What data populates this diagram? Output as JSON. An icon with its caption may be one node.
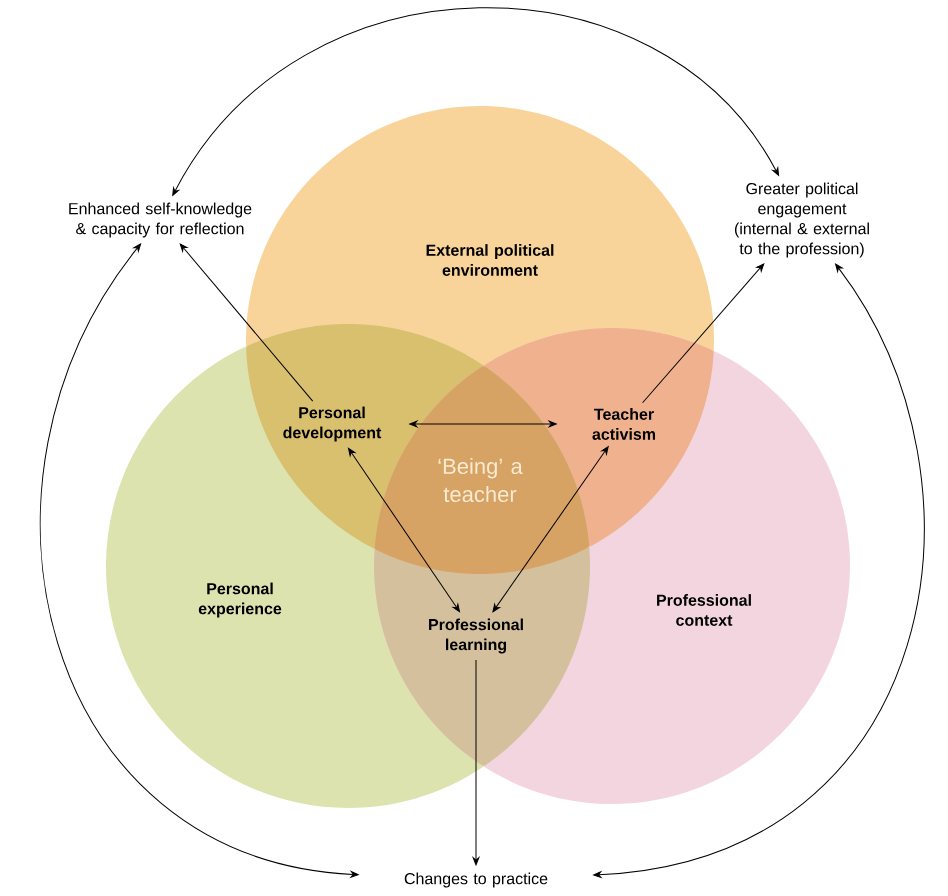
{
  "diagram": {
    "nodes": [
      {
        "text": [
          "External political environment"
        ]
      },
      {
        "text": [
          "Personal experience"
        ]
      },
      {
        "text": [
          "Professional context"
        ]
      },
      {
        "text": [
          "Personal development"
        ]
      },
      {
        "text": [
          "Teacher activism"
        ]
      },
      {
        "text": [
          "‘Being’ a teacher"
        ]
      },
      {
        "text": [
          "Professional learning"
        ]
      },
      {
        "text": [
          "Enhanced self-knowledge & capacity for reflection"
        ]
      },
      {
        "text": [
          "Greater political engagement (internal & external to the profession)"
        ]
      },
      {
        "text": [
          "Changes to practice"
        ]
      }
    ],
    "edges": [
      {
        "from": 3,
        "to": 7,
        "arrow": "to"
      },
      {
        "from": 4,
        "to": 8,
        "arrow": "to"
      },
      {
        "from": 3,
        "to": 4,
        "arrow": "both"
      },
      {
        "from": 3,
        "to": 6,
        "arrow": "both"
      },
      {
        "from": 4,
        "to": 6,
        "arrow": "both"
      },
      {
        "from": 6,
        "to": 9,
        "arrow": "to"
      },
      {
        "from": 7,
        "to": 8,
        "arrow": "both"
      },
      {
        "from": 7,
        "to": 9,
        "arrow": "both"
      },
      {
        "from": 8,
        "to": 9,
        "arrow": "both"
      }
    ]
  }
}
